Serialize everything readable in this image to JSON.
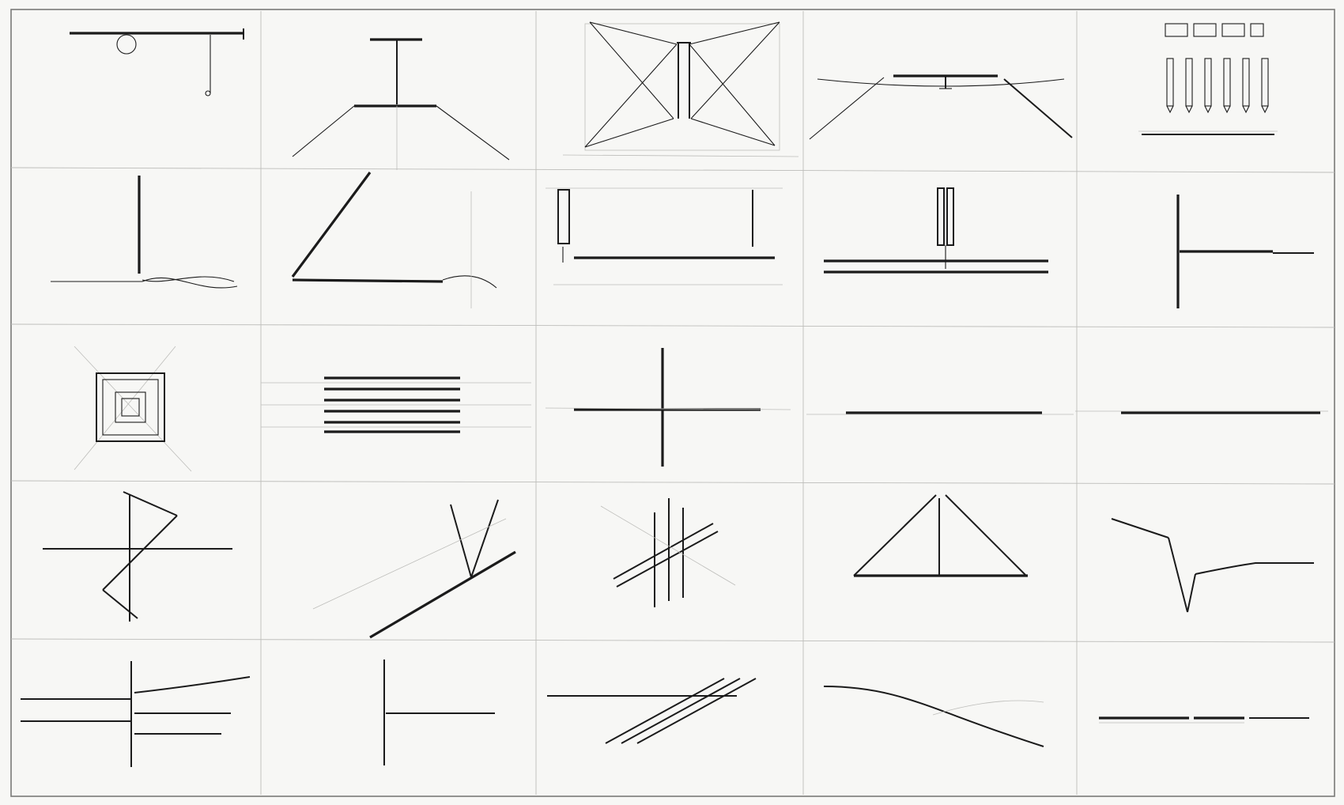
{
  "colors": {
    "paper": "#f7f7f5",
    "ink": "#1b1b1b",
    "guide": "#bdbdba",
    "frame": "#7a7a78"
  },
  "sheet": {
    "rows": 5,
    "columns": 5,
    "drawing_count": 25
  }
}
